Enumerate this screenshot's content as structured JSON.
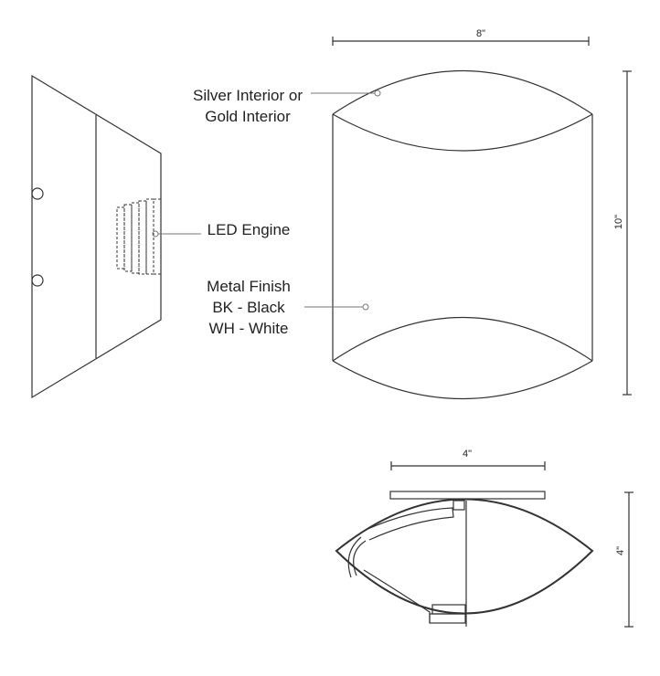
{
  "labels": {
    "interior_line1": "Silver Interior or",
    "interior_line2": "Gold Interior",
    "led_engine": "LED Engine",
    "finish_title": "Metal Finish",
    "finish_black": "BK - Black",
    "finish_white": "WH - White"
  },
  "dimensions": {
    "front_width": "8\"",
    "front_height": "10\"",
    "top_width": "4\"",
    "top_depth": "4\""
  }
}
